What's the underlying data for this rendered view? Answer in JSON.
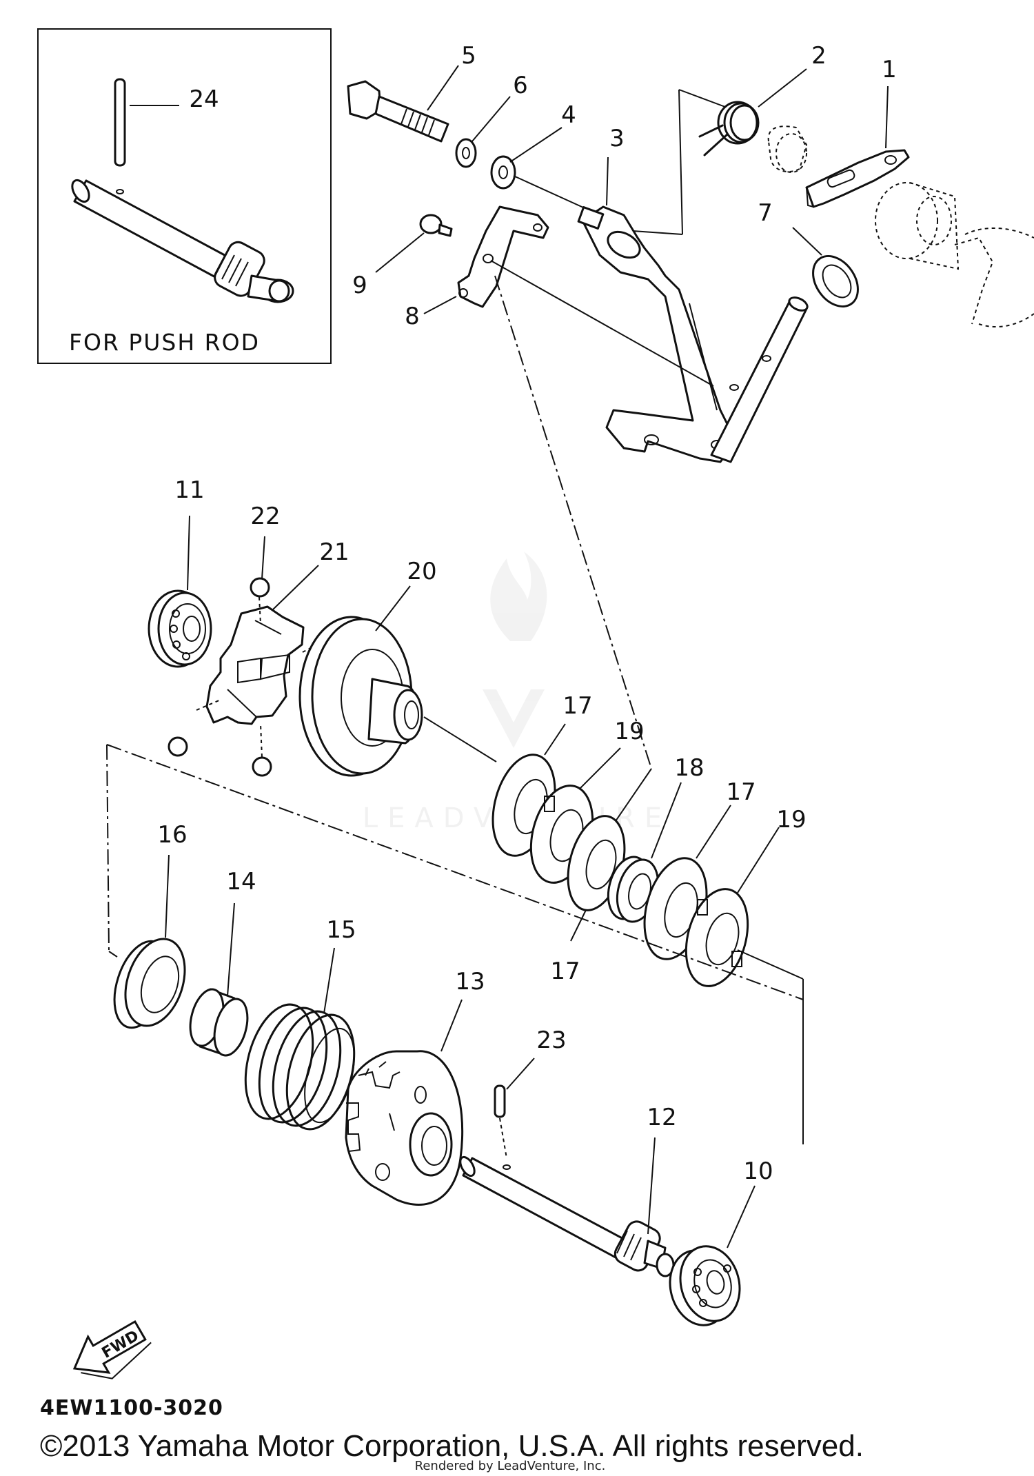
{
  "diagram": {
    "inset_caption": "FOR PUSH ROD",
    "part_code": "4EW1100-3020",
    "copyright": "©2013 Yamaha Motor Corporation, U.S.A. All rights reserved.",
    "rendered_by": "Rendered by LeadVenture, Inc.",
    "watermark": "LEADVENTURE",
    "fwd_label": "FWD",
    "callouts": {
      "c1": "1",
      "c2": "2",
      "c3": "3",
      "c4": "4",
      "c5": "5",
      "c6": "6",
      "c7": "7",
      "c8": "8",
      "c9": "9",
      "c10": "10",
      "c11": "11",
      "c12": "12",
      "c13": "13",
      "c14": "14",
      "c15": "15",
      "c16": "16",
      "c17a": "17",
      "c17b": "17",
      "c17c": "17",
      "c18": "18",
      "c19a": "19",
      "c19b": "19",
      "c20": "20",
      "c21": "21",
      "c22": "22",
      "c23": "23",
      "c24": "24"
    }
  }
}
